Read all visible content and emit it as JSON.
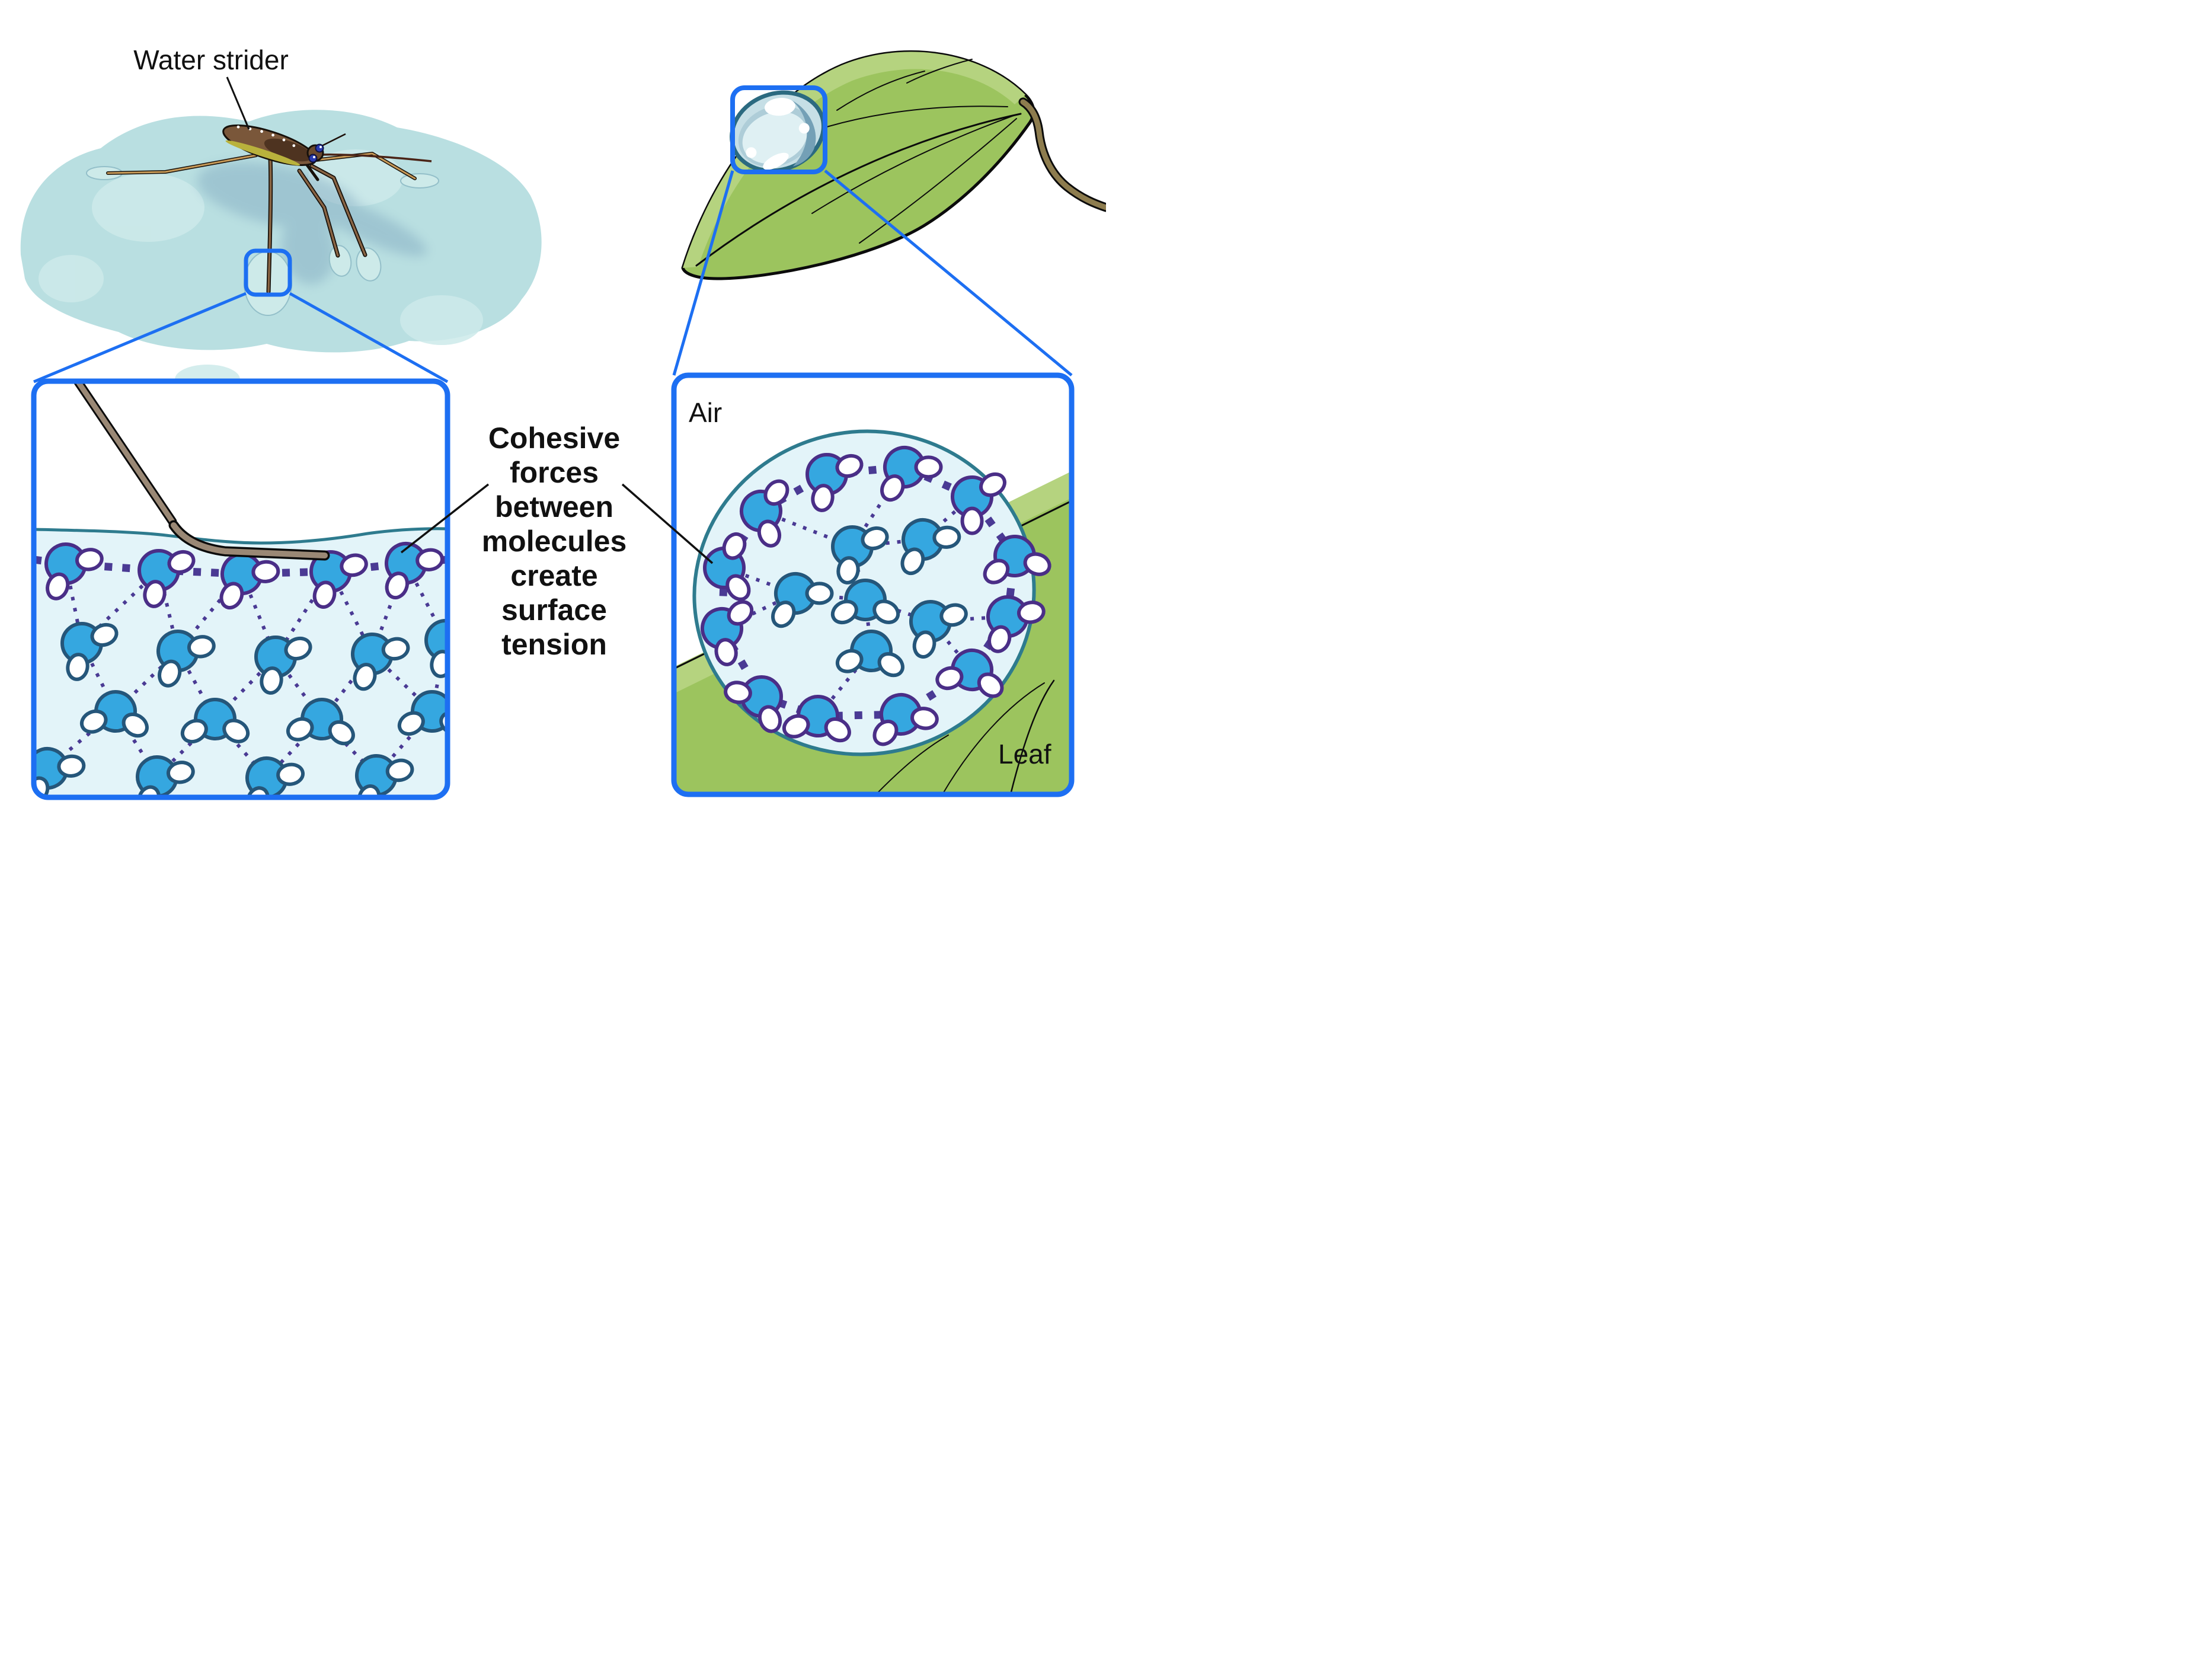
{
  "labels": {
    "water_strider": "Water strider",
    "air": "Air",
    "leaf": "Leaf"
  },
  "center_caption": {
    "lines": [
      "Cohesive",
      "forces",
      "between",
      "molecules",
      "create",
      "surface",
      "tension"
    ]
  },
  "colors": {
    "accent_blue": "#1d6ff2",
    "oxygen_blue": "#35a7e0",
    "surface_molecule_outline_purple": "#4a2e87",
    "inner_molecule_outline_teal": "#25567a",
    "hydrogen_bond_purple": "#4a3a94",
    "water_fill_light": "#e3f4f9",
    "water_surface_teal": "#2e7b8e",
    "puddle_teal": "#b9dfe1",
    "leaf_green": "#9cc45e",
    "leaf_highlight_green": "#b5d37f",
    "stem_brown": "#8d7c4e",
    "strider_body_brown": "#7a573a",
    "strider_leg_tan": "#c89a58",
    "zoom_leg_brown": "#9a8875",
    "text_black": "#111111"
  }
}
